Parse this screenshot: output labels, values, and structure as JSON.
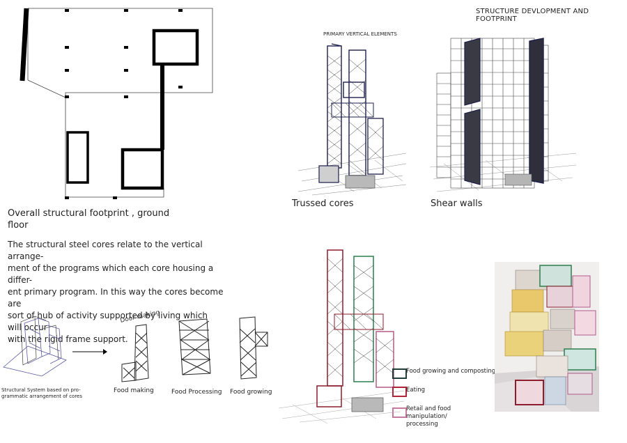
{
  "header": {
    "title": "STRUCTURE DEVLOPMENT AND FOOTPRINT"
  },
  "footprint": {
    "caption_line1": "Overall structural footprint , ground",
    "caption_line2": "floor"
  },
  "description": {
    "lines": [
      "The structural steel cores relate to the vertical arrange-",
      "ment of the programs which each core housing a differ-",
      "ent primary program. In this way the cores become are",
      "sort of hub of activity supported by living which will occur",
      "with the rigid frame support."
    ]
  },
  "vertical_elements": {
    "title": "PRIMARY VERTICAL ELEMENTS",
    "trussed_label": "Trussed cores",
    "shear_label": "Shear walls"
  },
  "sketches": {
    "system_caption_line1": "Structural System based on pro-",
    "system_caption_line2": "grammatic arrangement of cores",
    "food_making": "Food making",
    "food_processing": "Food Processing",
    "food_growing": "Food growing",
    "scribble_text": "Door making"
  },
  "legend": {
    "items": [
      {
        "label": "Food growing and composting",
        "color": "#1f3d3a"
      },
      {
        "label": "Eating",
        "color": "#b0243a"
      },
      {
        "label_line1": "Retail and food manipulation/",
        "label_line2": "processing",
        "color": "#c77aa0"
      }
    ]
  },
  "colors": {
    "core_green": "#2e7d4f",
    "core_red": "#8b1d2c",
    "core_pink": "#b05a8a",
    "navy": "#1b1f4a"
  }
}
